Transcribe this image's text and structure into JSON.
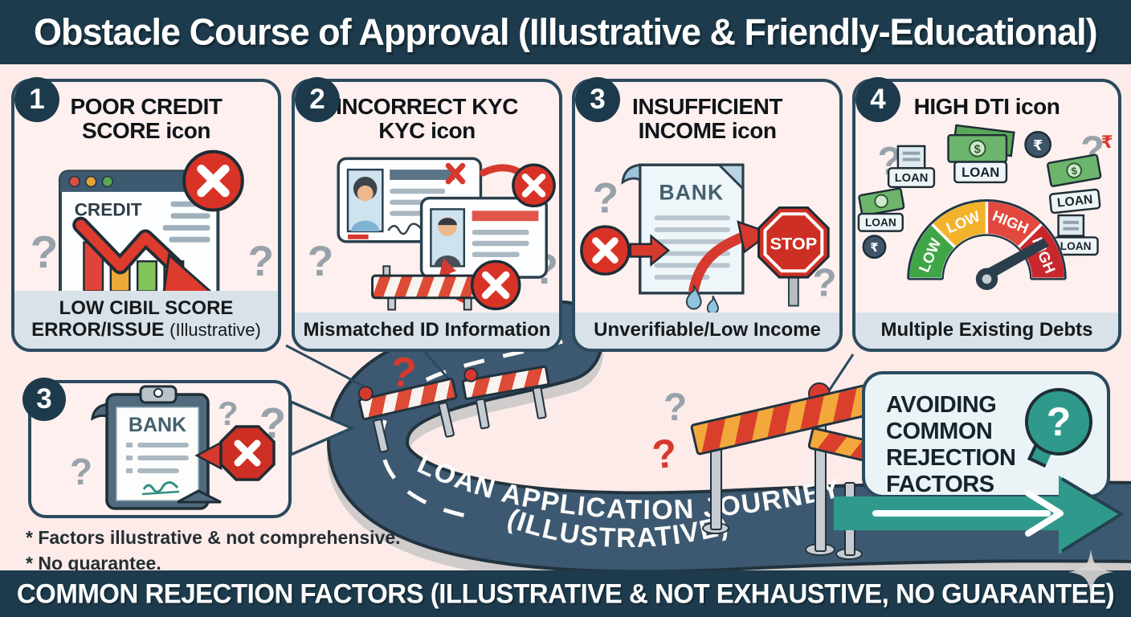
{
  "header": {
    "title": "Obstacle Course of Approval (Illustrative & Friendly-Educational)"
  },
  "footer": {
    "title": "COMMON REJECTION FACTORS (ILLUSTRATIVE & NOT EXHAUSTIVE, NO GUARANTEE)"
  },
  "cards": [
    {
      "number": "1",
      "heading": "POOR CREDIT SCORE icon",
      "caption": "LOW CIBIL SCORE ERROR/ISSUE",
      "caption_note": "(Illustrative)",
      "window_label": "CREDIT"
    },
    {
      "number": "2",
      "heading": "INCORRECT KYC KYC icon",
      "caption": "Mismatched ID Information"
    },
    {
      "number": "3",
      "heading": "INSUFFICIENT INCOME icon",
      "caption": "Unverifiable/Low Income",
      "document_label": "BANK",
      "stop_label": "STOP"
    },
    {
      "number": "4",
      "heading": "HIGH DTI icon",
      "caption": "Multiple Existing Debts",
      "gauge_labels": [
        "LOW",
        "LOW",
        "HIGH",
        "HIGH"
      ],
      "loan_label": "LOAN",
      "dollar": "$",
      "rupee": "₹"
    }
  ],
  "side_card": {
    "number": "3",
    "document_label": "BANK"
  },
  "footnotes": {
    "line1": "* Factors illustrative & not comprehensive.",
    "line2": "* No guarantee."
  },
  "road": {
    "label_line1": "LOAN APPLICATION JOURNEY",
    "label_line2": "(ILLUSTRATIVE)"
  },
  "guide_card": {
    "title": "AVOIDING COMMON REJECTION FACTORS GUIDE",
    "bubble_glyph": "?"
  },
  "glyphs": {
    "question": "?"
  },
  "colors": {
    "banner": "#1d3b4c",
    "background": "#fcebe8",
    "card_border": "#2b4a5e",
    "caption_strip": "#d9e2e8",
    "alert_red": "#d63a2f",
    "teal": "#2f9a8c",
    "road": "#3d5971",
    "gauge_green": "#3fa546",
    "gauge_yellow": "#f2b32a",
    "gauge_red": "#e2483d",
    "gauge_dark_red": "#c8272d"
  }
}
